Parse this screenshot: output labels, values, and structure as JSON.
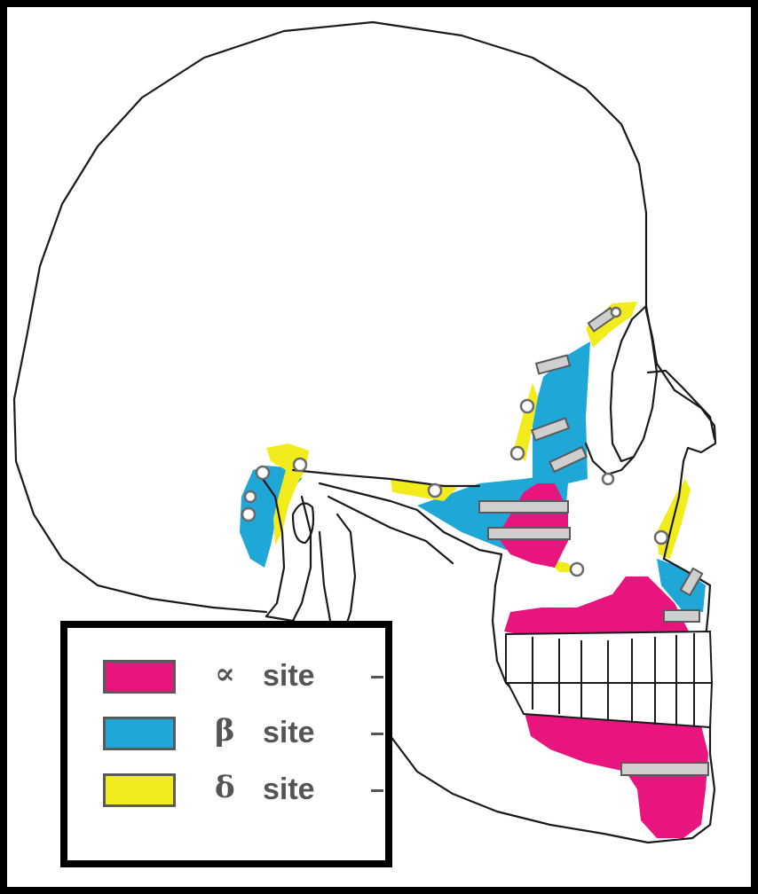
{
  "colors": {
    "alpha": "#e8157e",
    "beta": "#1fa7d8",
    "delta": "#f2ec1d",
    "outline": "#1a1a1a",
    "plate": "#9a9a9a",
    "screw": "#ffffff"
  },
  "legend": {
    "items": [
      {
        "symbol": "∝",
        "label": "site",
        "dash": "-",
        "color": "#e8157e"
      },
      {
        "symbol": "β",
        "label": "site",
        "dash": "-",
        "color": "#1fa7d8"
      },
      {
        "symbol": "δ",
        "label": "site",
        "dash": "-",
        "color": "#f2ec1d"
      }
    ]
  }
}
